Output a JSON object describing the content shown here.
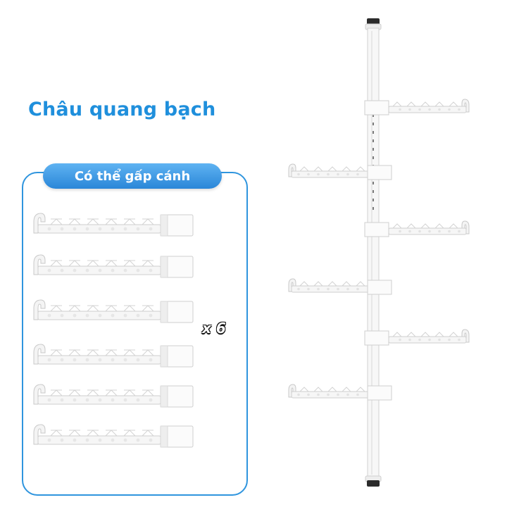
{
  "title": "Châu quang bạch",
  "badge": "Có thể gấp cánh",
  "count_label": "x 6",
  "colors": {
    "title": "#1f8fdc",
    "panel_border": "#2f95de",
    "badge_top": "#5fb3f2",
    "badge_bottom": "#2a86d8",
    "product": "#f4f4f4",
    "outline": "#c9c9c9",
    "pole_cap": "#2b2b2b"
  },
  "icons": [
    "folding-arm-icon",
    "clothes-pole-icon"
  ]
}
